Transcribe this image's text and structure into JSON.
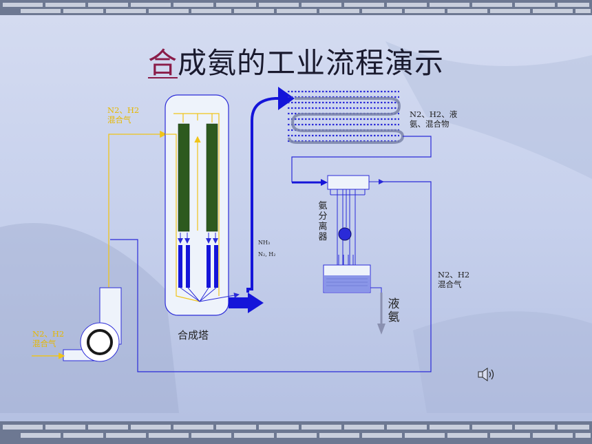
{
  "title": {
    "first_char": "合",
    "rest": "成氨的工业流程演示"
  },
  "labels": {
    "inlet_top": "N2、H2\n混合气",
    "inlet_compressor": "N2、H2\n混合气",
    "cooler_output": "N2、H2、液\n氨、混合物",
    "nh3": "NH₃",
    "n2h2": "N₂, H₂",
    "recycle": "N2、H2\n混合气",
    "separator": "氨分离器",
    "liquid_ammonia": "液氨",
    "tower": "合成塔"
  },
  "colors": {
    "background": "#c3cde9",
    "flow_line": "#2a2ad8",
    "feed_line": "#f0c419",
    "catalyst": "#2d5a1e",
    "tube": "#1515d9",
    "accent_title": "#8a1c48"
  },
  "icons": {
    "speaker": "speaker-icon"
  }
}
